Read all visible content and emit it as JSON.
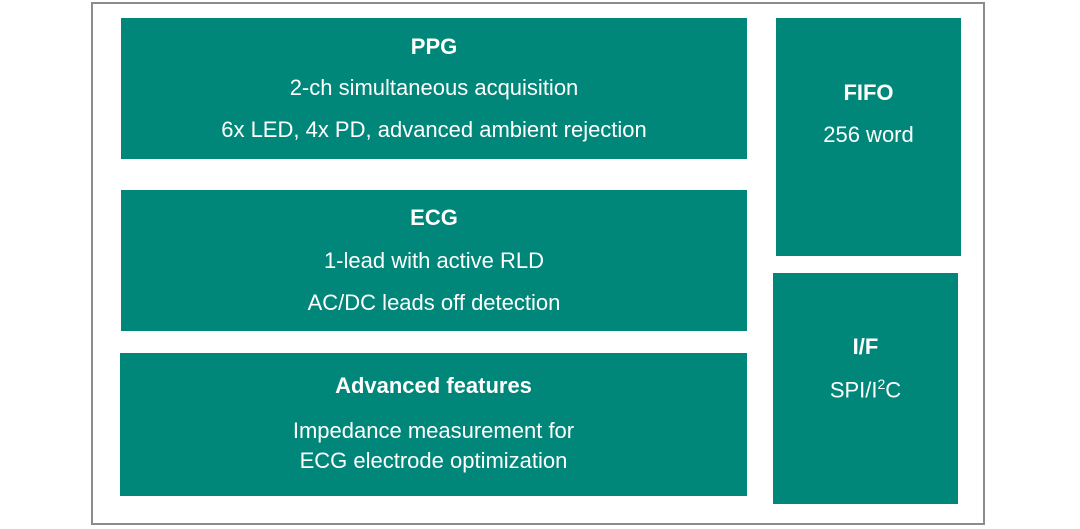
{
  "blocks": {
    "ppg": {
      "title": "PPG",
      "line1": "2-ch simultaneous acquisition",
      "line2": "6x LED, 4x PD, advanced ambient rejection"
    },
    "ecg": {
      "title": "ECG",
      "line1": "1-lead with active RLD",
      "line2": "AC/DC leads off detection"
    },
    "advanced": {
      "title": "Advanced features",
      "line1": "Impedance measurement for",
      "line2": "ECG electrode optimization"
    },
    "fifo": {
      "title": "FIFO",
      "line1": "256 word"
    },
    "interface": {
      "title": "I/F",
      "line1_prefix": "SPI/I",
      "line1_sup": "2",
      "line1_suffix": "C"
    }
  },
  "colors": {
    "block_fill": "#00877a",
    "text": "#ffffff",
    "frame_border": "#8c8c8c"
  }
}
